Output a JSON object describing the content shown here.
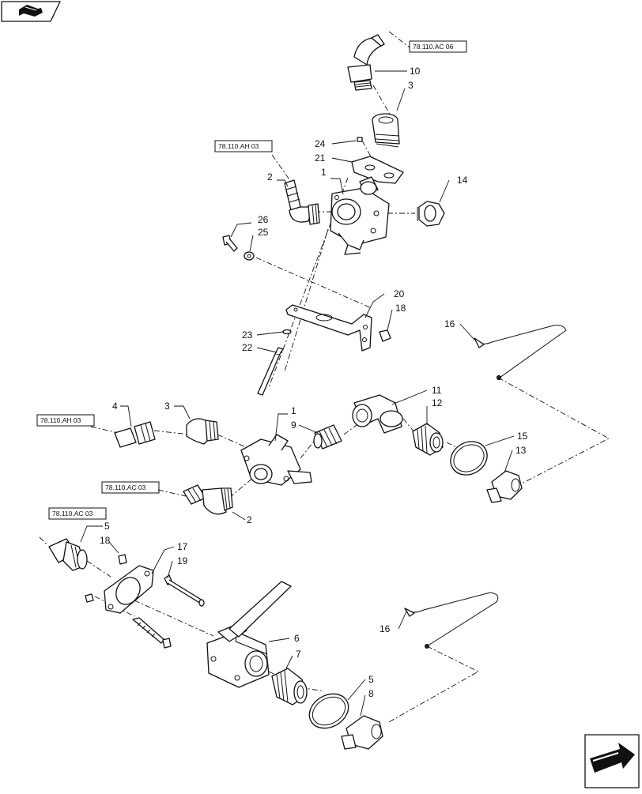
{
  "refs": {
    "r1": "78.110.AC 06",
    "r2": "78.110.AH 03",
    "r3": "78.110.AH 03",
    "r4": "78.110.AC 03",
    "r5": "78.110.AC 03"
  },
  "callouts": {
    "c10": "10",
    "c3a": "3",
    "c24": "24",
    "c21": "21",
    "c1a": "1",
    "c2a": "2",
    "c14": "14",
    "c26": "26",
    "c25": "25",
    "c20": "20",
    "c18a": "18",
    "c23": "23",
    "c22": "22",
    "c16a": "16",
    "c4": "4",
    "c3b": "3",
    "c1b": "1",
    "c9": "9",
    "c11": "11",
    "c12": "12",
    "c15": "15",
    "c13": "13",
    "c2b": "2",
    "c5a": "5",
    "c18b": "18",
    "c17": "17",
    "c19": "19",
    "c6": "6",
    "c7": "7",
    "c16b": "16",
    "c5b": "5",
    "c8": "8"
  },
  "icons": {
    "top_left": "flag-arrow-icon",
    "bottom_right": "next-page-arrow-icon"
  }
}
